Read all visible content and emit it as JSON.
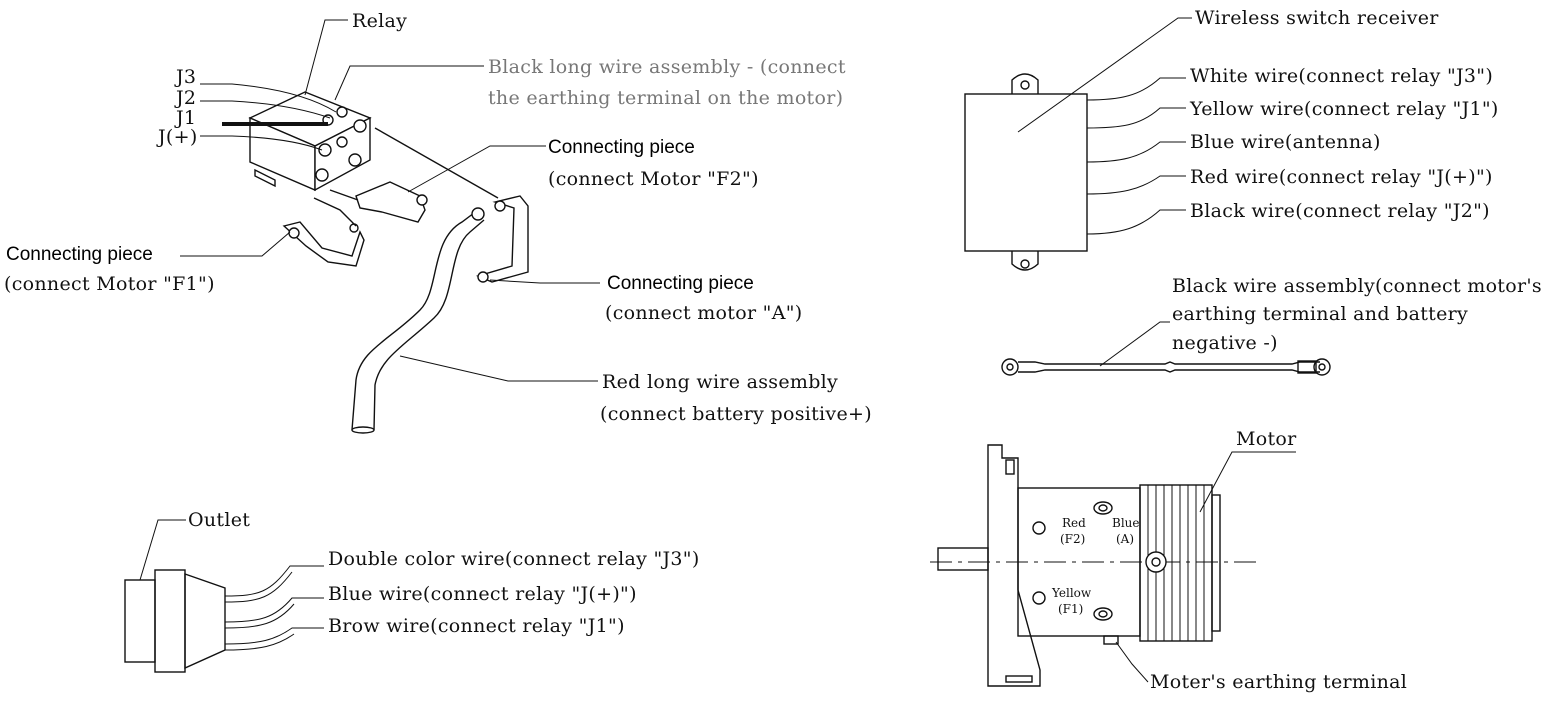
{
  "relay_section": {
    "relay": "Relay",
    "j3": "J3",
    "j2": "J2",
    "j1": "J1",
    "jplus": "J(+)",
    "black_long_1": "Black long wire assembly - (connect",
    "black_long_2": "the earthing terminal on the motor)",
    "piece_f2_title": "Connecting piece",
    "piece_f2_sub": "(connect Motor \"F2\")",
    "piece_f1_title": "Connecting piece",
    "piece_f1_sub": "(connect Motor \"F1\")",
    "piece_a_title": "Connecting piece",
    "piece_a_sub": "(connect motor \"A\")",
    "red_long_1": "Red long wire assembly",
    "red_long_2": "(connect battery positive+)"
  },
  "receiver_section": {
    "title": "Wireless switch receiver",
    "white": "White wire(connect relay \"J3\")",
    "yellow": "Yellow wire(connect relay \"J1\")",
    "blue": "Blue wire(antenna)",
    "red": "Red wire(connect relay \"J(+)\")",
    "black": "Black wire(connect relay \"J2\")"
  },
  "black_assembly": {
    "line1": "Black wire assembly(connect motor's",
    "line2": "earthing terminal and battery",
    "line3": "negative -)"
  },
  "outlet_section": {
    "title": "Outlet",
    "double": "Double color wire(connect relay \"J3\")",
    "blue": "Blue wire(connect relay \"J(+)\")",
    "brow": "Brow wire(connect relay \"J1\")"
  },
  "motor_section": {
    "title": "Motor",
    "red": "Red",
    "f2": "(F2)",
    "blue": "Blue",
    "a": "(A)",
    "yellow": "Yellow",
    "f1": "(F1)",
    "earth": "Moter's earthing terminal"
  }
}
